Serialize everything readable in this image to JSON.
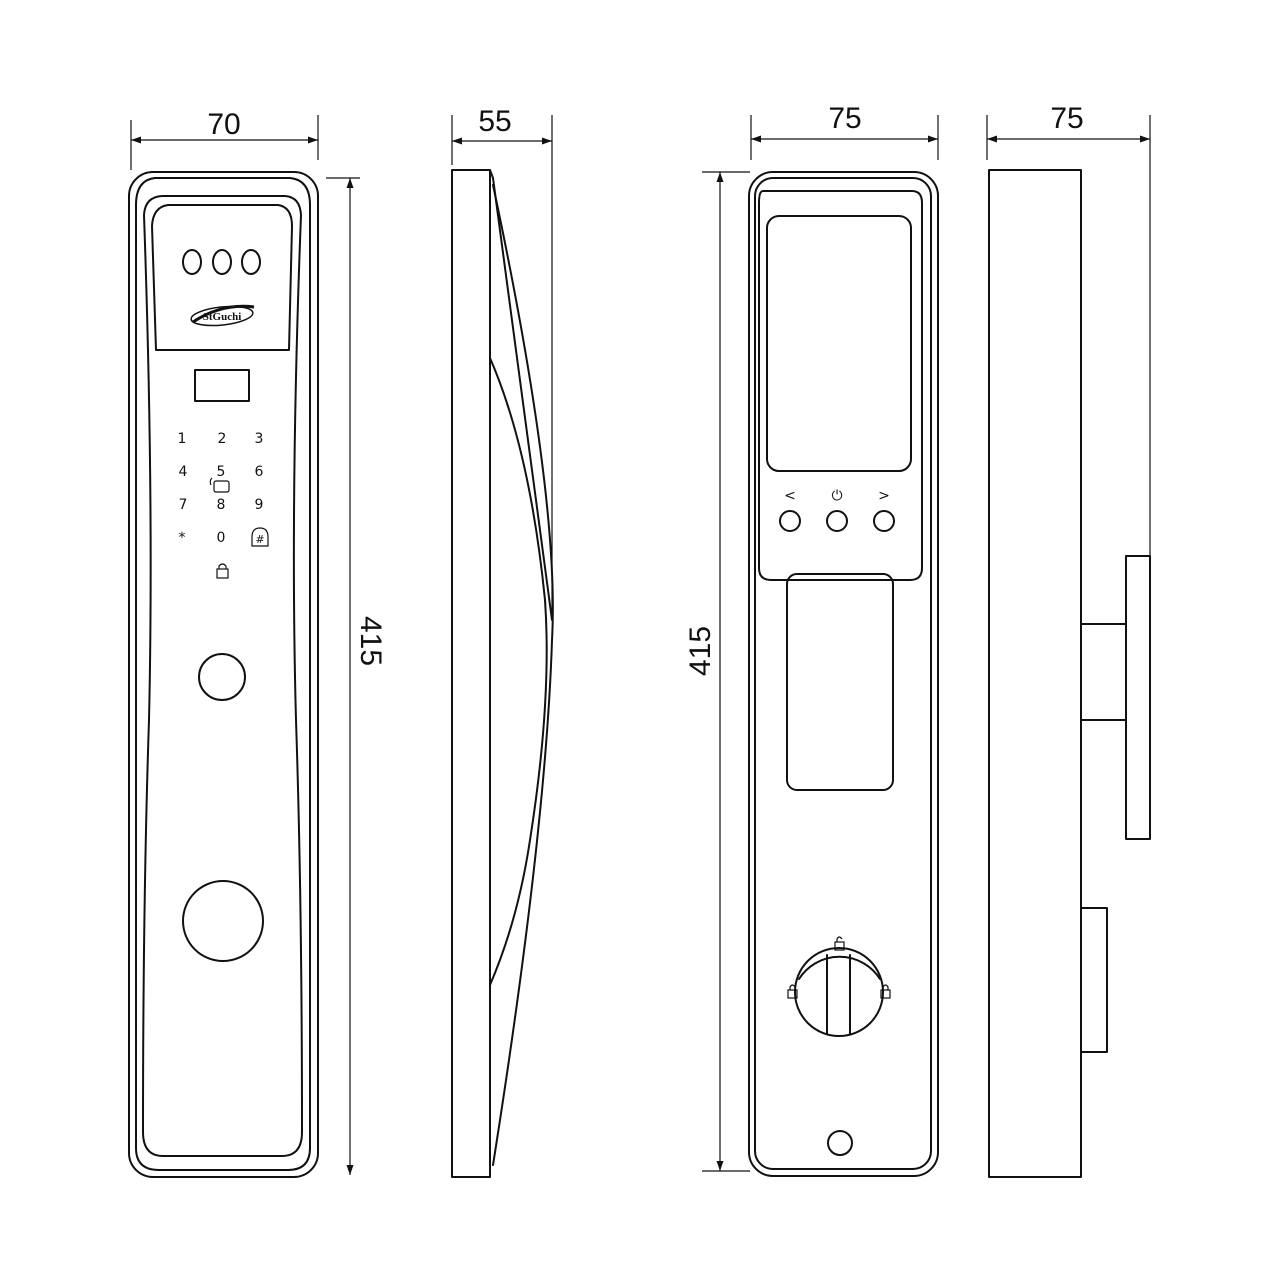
{
  "dimensions": {
    "front_width": "70",
    "side_depth": "55",
    "back_width": "75",
    "side2_depth": "75",
    "front_height": "415",
    "back_height": "415"
  },
  "front_panel": {
    "logo": "StGuchi",
    "keypad": [
      "1",
      "2",
      "3",
      "4",
      "5",
      "6",
      "7",
      "8",
      "9",
      "*",
      "0",
      "#"
    ]
  },
  "back_panel": {
    "buttons": [
      "<",
      "⏻",
      ">"
    ]
  },
  "colors": {
    "stroke": "#111111",
    "background": "#ffffff"
  }
}
